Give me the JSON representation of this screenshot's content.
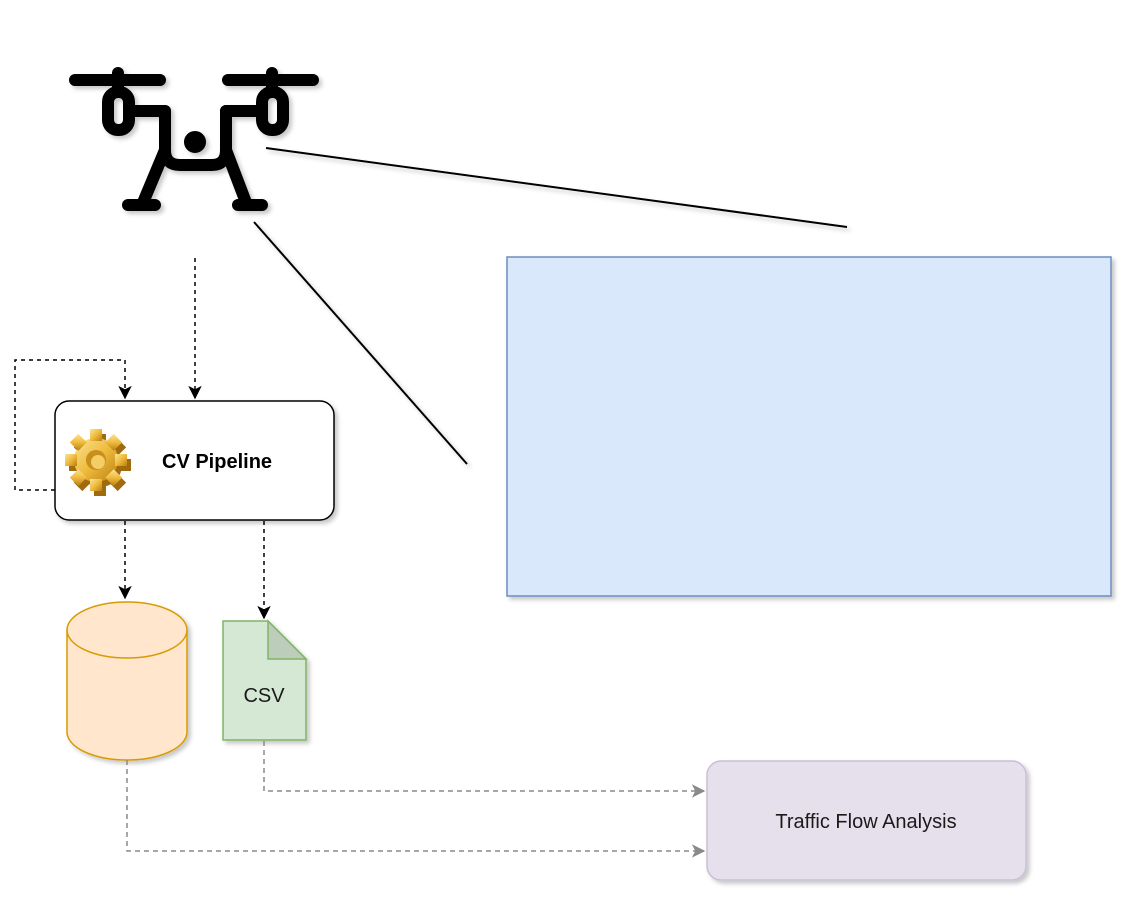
{
  "nodes": {
    "pipeline": {
      "label": "CV Pipeline"
    },
    "csv": {
      "label": "CSV"
    },
    "analysis": {
      "label": "Traffic Flow Analysis"
    }
  },
  "colors": {
    "video_fill": "#dae8fc",
    "video_stroke": "#6c8ebf",
    "db_fill": "#ffe6cc",
    "db_stroke": "#d79b00",
    "csv_fill": "#d5e8d4",
    "csv_stroke": "#82b366",
    "analysis_fill": "#e6e0ec",
    "analysis_stroke": "#c8bfd6",
    "gear": "#e8b23a"
  },
  "icons": {
    "drone": "drone-icon",
    "gear": "gear-icon",
    "database": "database-icon",
    "file": "document-icon"
  }
}
